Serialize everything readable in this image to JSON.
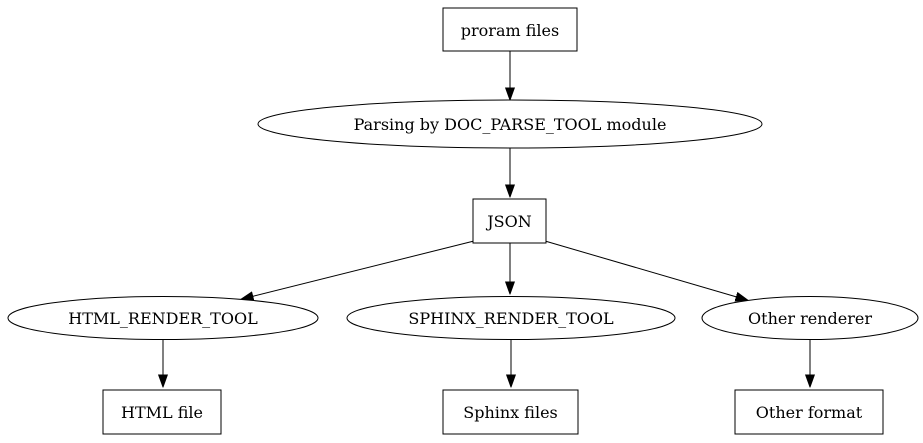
{
  "diagram": {
    "title": "documentation toolchain flowchart",
    "colors": {
      "stroke": "#000000",
      "background": "#ffffff",
      "text": "#000000"
    },
    "nodes": {
      "program_files": {
        "label": "proram files",
        "shape": "rectangle"
      },
      "parsing": {
        "label": "Parsing by DOC_PARSE_TOOL module",
        "shape": "ellipse"
      },
      "json": {
        "label": "JSON",
        "shape": "rectangle"
      },
      "html_render": {
        "label": "HTML_RENDER_TOOL",
        "shape": "ellipse"
      },
      "sphinx_render": {
        "label": "SPHINX_RENDER_TOOL",
        "shape": "ellipse"
      },
      "other_renderer": {
        "label": "Other renderer",
        "shape": "ellipse"
      },
      "html_file": {
        "label": "HTML file",
        "shape": "rectangle"
      },
      "sphinx_files": {
        "label": "Sphinx files",
        "shape": "rectangle"
      },
      "other_format": {
        "label": "Other format",
        "shape": "rectangle"
      }
    },
    "edges": [
      {
        "from": "program_files",
        "to": "parsing"
      },
      {
        "from": "parsing",
        "to": "json"
      },
      {
        "from": "json",
        "to": "html_render"
      },
      {
        "from": "json",
        "to": "sphinx_render"
      },
      {
        "from": "json",
        "to": "other_renderer"
      },
      {
        "from": "html_render",
        "to": "html_file"
      },
      {
        "from": "sphinx_render",
        "to": "sphinx_files"
      },
      {
        "from": "other_renderer",
        "to": "other_format"
      }
    ]
  }
}
